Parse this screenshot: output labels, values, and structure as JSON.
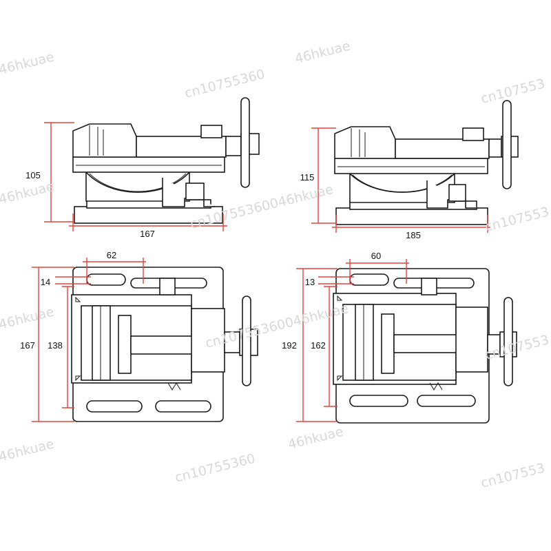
{
  "colors": {
    "dimension_line": "#e8403a",
    "outline": "#1a1a1a",
    "watermark": "#d8d8d8",
    "background": "#ffffff"
  },
  "watermark": {
    "text_a": "46hkuae",
    "text_b": "cn10755360",
    "text_c": "cn10755360046hkuae",
    "text_d": "cn107553",
    "text_e": "46hkuae"
  },
  "views": {
    "small_side": {
      "height": "105",
      "width": "167"
    },
    "large_side": {
      "height": "115",
      "width": "185"
    },
    "small_top": {
      "jaw_opening": "62",
      "offset": "14",
      "outer_height": "167",
      "inner_height": "138"
    },
    "large_top": {
      "jaw_opening": "60",
      "offset": "13",
      "outer_height": "192",
      "inner_height": "162"
    }
  }
}
